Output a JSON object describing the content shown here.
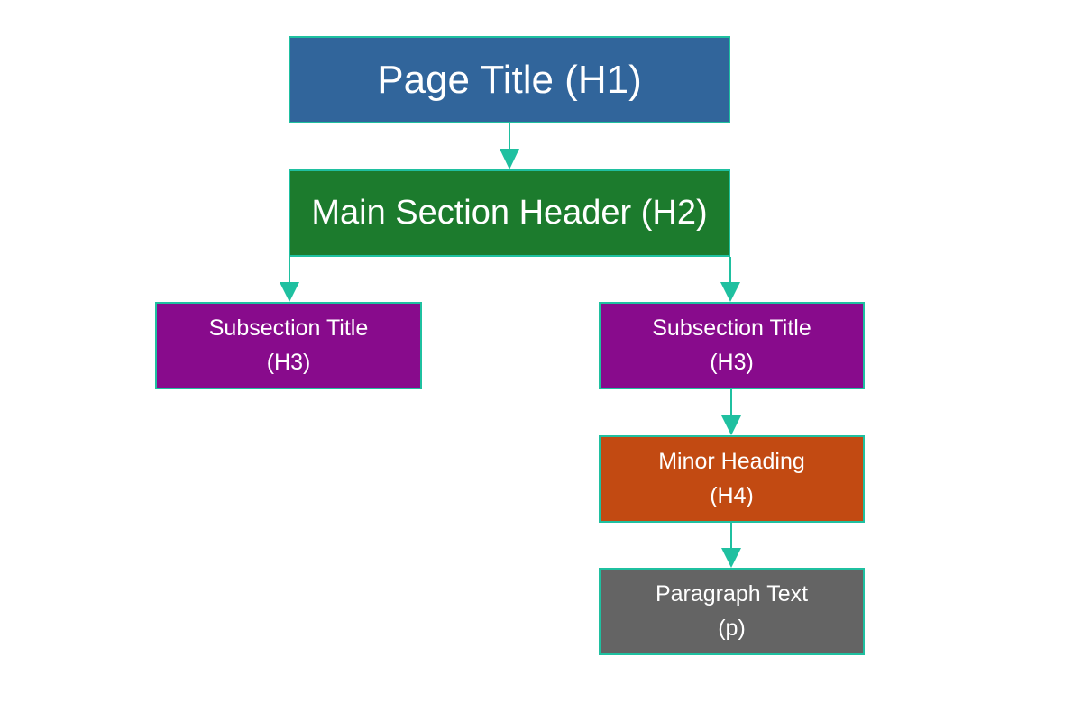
{
  "diagram": {
    "description": "Document heading hierarchy flowchart",
    "background": "#ffffff",
    "arrow_color": "#1fc0a0",
    "border_color": "#1fc0a0",
    "text_color": "#ffffff",
    "nodes": {
      "h1": {
        "line1": "Page Title (H1)",
        "line2": "",
        "color": "#31659b"
      },
      "h2": {
        "line1": "Main Section Header (H2)",
        "line2": "",
        "color": "#1c7b2d"
      },
      "h3_left": {
        "line1": "Subsection Title",
        "line2": "(H3)",
        "color": "#880b8c"
      },
      "h3_right": {
        "line1": "Subsection Title",
        "line2": "(H3)",
        "color": "#880b8c"
      },
      "h4": {
        "line1": "Minor Heading",
        "line2": "(H4)",
        "color": "#c24a12"
      },
      "p": {
        "line1": "Paragraph Text",
        "line2": "(p)",
        "color": "#646464"
      }
    },
    "edges": [
      {
        "from": "h1",
        "to": "h2"
      },
      {
        "from": "h2",
        "to": "h3_left"
      },
      {
        "from": "h2",
        "to": "h3_right"
      },
      {
        "from": "h3_right",
        "to": "h4"
      },
      {
        "from": "h4",
        "to": "p"
      }
    ]
  }
}
